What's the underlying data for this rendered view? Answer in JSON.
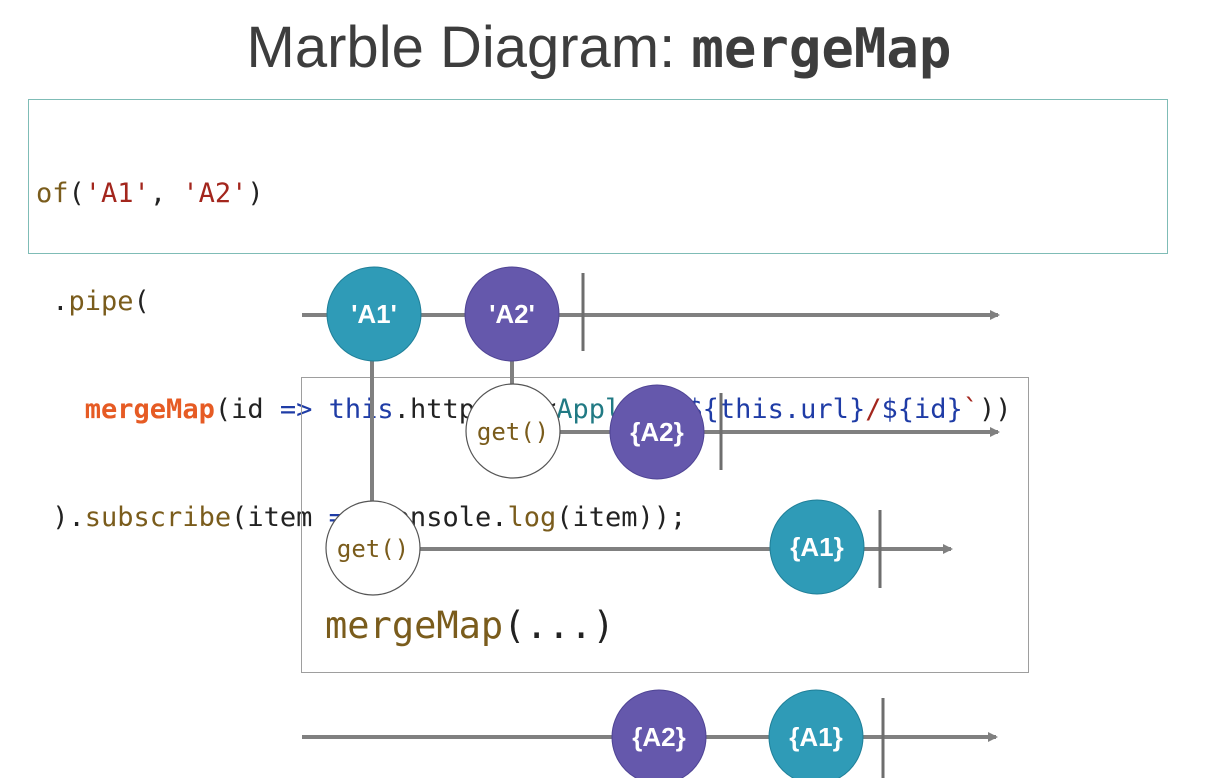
{
  "title": {
    "text": "Marble Diagram: ",
    "op": "mergeMap"
  },
  "code": {
    "line1": {
      "fn": "of",
      "open": "(",
      "a1": "'A1'",
      "comma": ", ",
      "a2": "'A2'",
      "close": ")"
    },
    "line2": {
      "indent": " .",
      "fn": "pipe",
      "open": "("
    },
    "line3": {
      "indent": "   ",
      "fn": "mergeMap",
      "p1": "(id ",
      "arrow": "=>",
      "sp": " ",
      "this": "this",
      "dot1": ".",
      "http": "http",
      "dot2": ".",
      "get": "get",
      "lt": "<",
      "type": "Apple",
      "gt": ">(",
      "bt1": "`",
      "tpl1": "${this",
      "dot3": ".",
      "url": "url",
      "close1": "}",
      "slash": "/",
      "tpl2": "${id}",
      "bt2": "`",
      "end": "))"
    },
    "line4": {
      "indent": " ).",
      "fn": "subscribe",
      "p1": "(item ",
      "arrow": "=>",
      "sp": " ",
      "console": "console",
      "dot": ".",
      "log": "log",
      "end": "(item));"
    }
  },
  "marbles": {
    "a1_source": "'A1'",
    "a2_source": "'A2'",
    "get_a2": "get()",
    "a2_inner": "{A2}",
    "get_a1": "get()",
    "a1_inner": "{A1}",
    "a2_output": "{A2}",
    "a1_output": "{A1}"
  },
  "operator_label": {
    "fn": "mergeMap",
    "args": "(...)"
  },
  "colors": {
    "teal": "#2f9bb7",
    "purple": "#6558ac",
    "line": "#808080",
    "code_border": "#7fbcb6"
  }
}
